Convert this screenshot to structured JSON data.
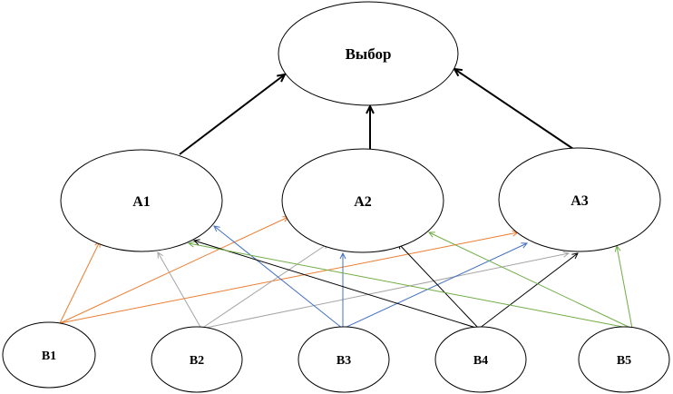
{
  "nodes": {
    "goal": "Выбор",
    "a1": "A1",
    "a2": "A2",
    "a3": "A3",
    "b1": "B1",
    "b2": "B2",
    "b3": "B3",
    "b4": "B4",
    "b5": "B5"
  },
  "colors": {
    "outline": "#000000",
    "b1_links": "#ED7D31",
    "b2_links": "#A5A5A5",
    "b3_links": "#4472C4",
    "b4_links": "#000000",
    "b5_links": "#70AD47"
  }
}
